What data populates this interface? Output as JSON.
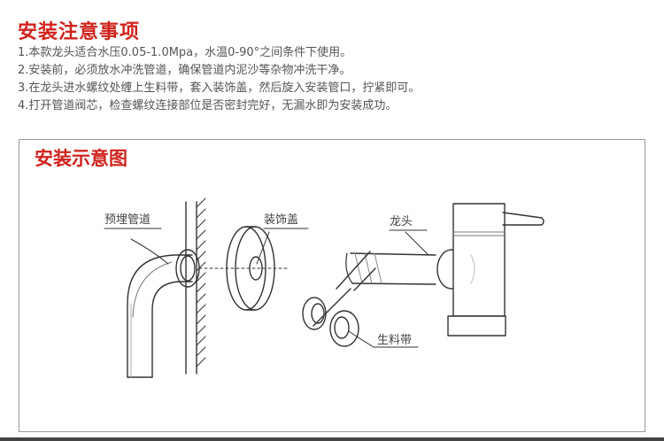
{
  "heading": "安装注意事项",
  "notes": [
    "1.本款龙头适合水压0.05-1.0Mpa，水温0-90°之间条件下使用。",
    "2.安装前，必须放水冲洗管道，确保管道内泥沙等杂物冲洗干净。",
    "3.在龙头进水螺纹处缠上生料带，套入装饰盖，然后旋入安装管口，拧紧即可。",
    "4.打开管道阀芯，检查螺纹连接部位是否密封完好，无漏水即为安装成功。"
  ],
  "diagram": {
    "title": "安装示意图",
    "labels": {
      "pipe": "预埋管道",
      "cover": "装饰盖",
      "faucet": "龙头",
      "tape": "生料带"
    }
  },
  "colors": {
    "title_red": "#d0231d",
    "text_gray": "#555555",
    "line": "#333333"
  }
}
